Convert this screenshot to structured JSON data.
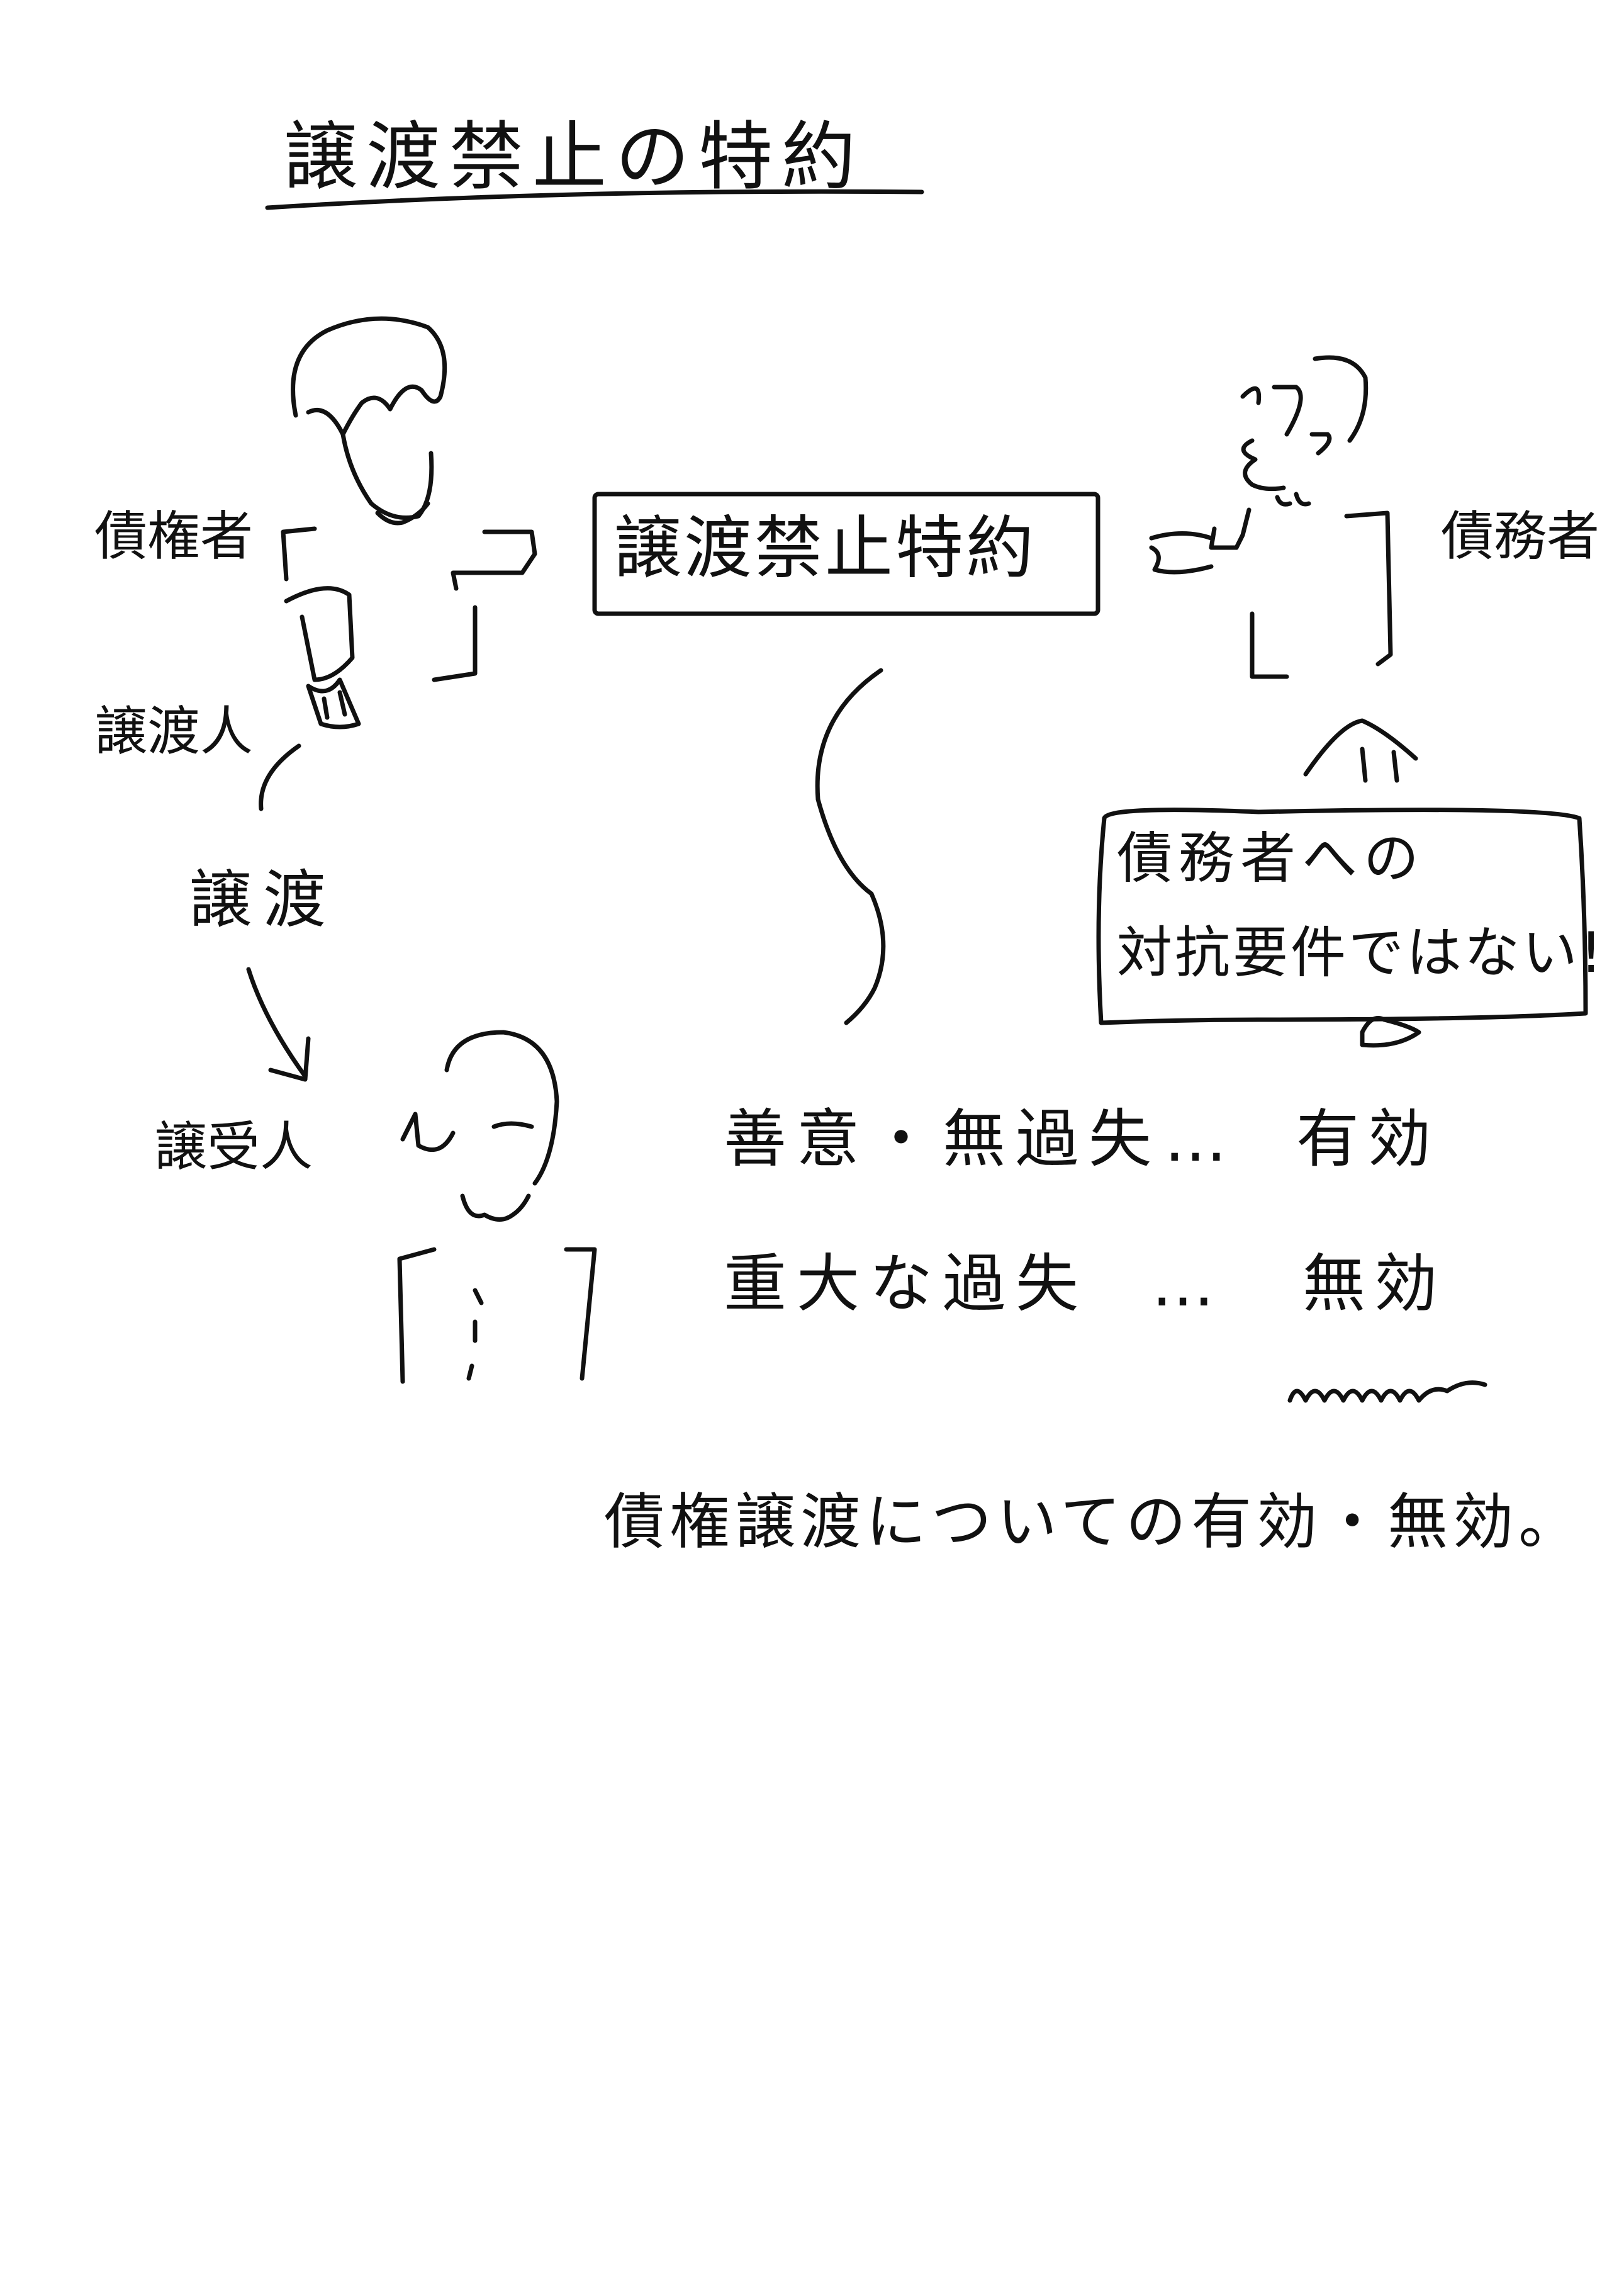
{
  "title": "譲渡禁止の特約",
  "labels": {
    "creditor": "債権者",
    "assignor": "譲渡人",
    "transfer": "譲渡",
    "assignee": "譲受人",
    "debtor": "債務者"
  },
  "box_label": "譲渡禁止特約",
  "note": {
    "line1": "債務者への",
    "line2": "対抗要件ではない!"
  },
  "outcomes": [
    {
      "condition": "善意・無過失",
      "dots": "…",
      "result": "有効"
    },
    {
      "condition": "重大な過失",
      "dots": "…",
      "result": "無効"
    }
  ],
  "summary": "債権譲渡についての有効・無効。"
}
